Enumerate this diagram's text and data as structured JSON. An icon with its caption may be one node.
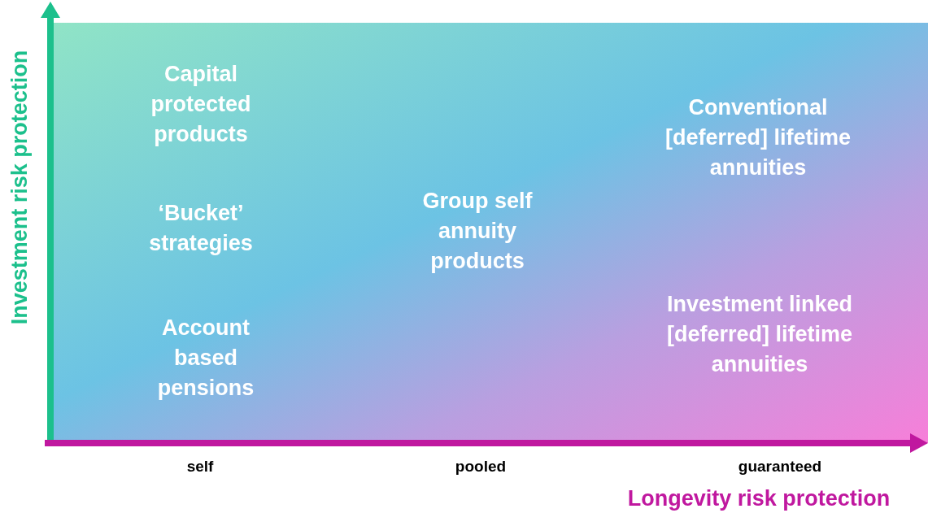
{
  "diagram": {
    "labels": [
      "Capital protected products",
      "‘Bucket’ strategies",
      "Group self annuity products",
      "Conventional [deferred] lifetime annuities",
      "Account based pensions",
      "Investment linked [deferred] lifetime annuities",
      "self",
      "pooled",
      "guaranteed",
      "Longevity risk protection",
      "Investment risk protection"
    ]
  }
}
